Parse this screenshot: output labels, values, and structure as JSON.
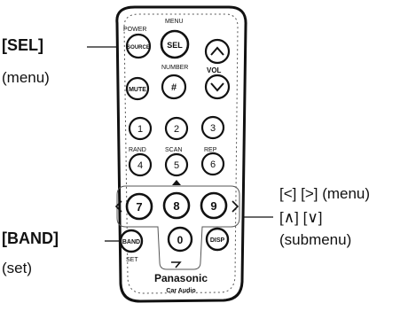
{
  "callouts": {
    "sel": {
      "key": "[SEL]",
      "note": "(menu)"
    },
    "band": {
      "key": "[BAND]",
      "note": "(set)"
    },
    "arrows": {
      "line1": "[<] [>] (menu)",
      "line2": "[∧] [∨]",
      "note": "(submenu)"
    }
  },
  "remote": {
    "top_labels": {
      "power": "POWER",
      "menu": "MENU"
    },
    "buttons": {
      "source": "SOURCE",
      "sel": "SEL",
      "mute": "MUTE",
      "number_label": "NUMBER",
      "number": "#",
      "vol": "VOL",
      "n1": "1",
      "n2": "2",
      "n3": "3",
      "rand": "RAND",
      "scan": "SCAN",
      "rep": "REP",
      "n4": "4",
      "n5": "5",
      "n6": "6",
      "n7": "7",
      "n8": "8",
      "n9": "9",
      "n0": "0",
      "band": "BAND",
      "set": "SET",
      "disp": "DISP"
    },
    "brand": "Panasonic",
    "sub_brand": "Car Audio"
  },
  "colors": {
    "ink": "#111111",
    "background": "#ffffff"
  }
}
